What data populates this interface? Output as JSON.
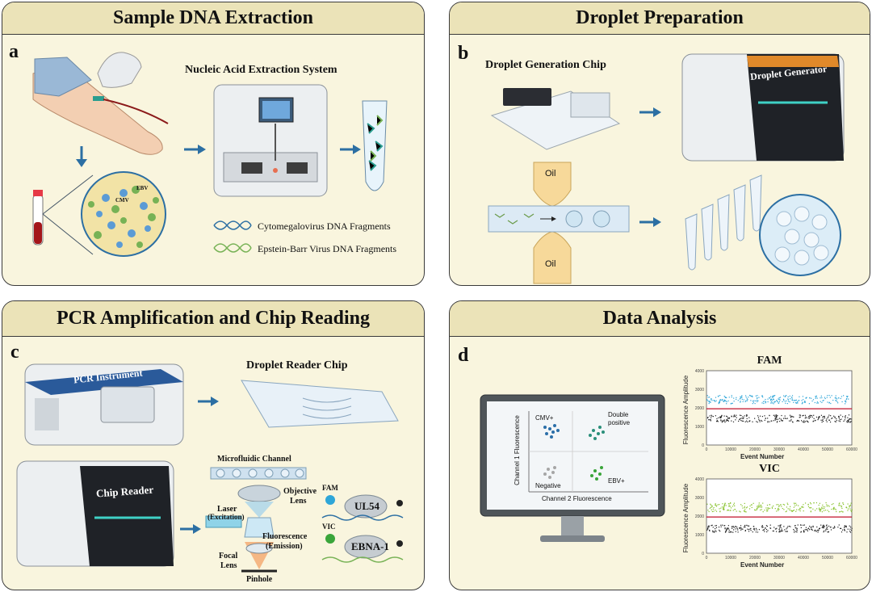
{
  "panels": {
    "a": {
      "title": "Sample DNA Extraction",
      "letter": "a",
      "extraction_system": "Nucleic Acid Extraction System",
      "cmv": "CMV",
      "ebv": "EBV",
      "legend_cmv": "Cytomegalovirus DNA Fragments",
      "legend_ebv": "Epstein-Barr Virus DNA Fragments"
    },
    "b": {
      "title": "Droplet Preparation",
      "letter": "b",
      "chip_label": "Droplet Generation Chip",
      "generator_label": "Droplet Generator",
      "oil_top": "Oil",
      "oil_bottom": "Oil"
    },
    "c": {
      "title": "PCR Amplification and Chip Reading",
      "letter": "c",
      "pcr_instrument": "PCR Instrument",
      "reader_chip": "Droplet Reader Chip",
      "chip_reader": "Chip Reader",
      "microfluidic_channel": "Microfluidic Channel",
      "objective_lens": [
        "Objective",
        "Lens"
      ],
      "laser": [
        "Laser",
        "(Excitation)"
      ],
      "fluorescence": [
        "Fluorescence",
        "(Emission)"
      ],
      "focal_lens": [
        "Focal",
        "Lens"
      ],
      "pinhole": "Pinhole",
      "fam": "FAM",
      "vic": "VIC",
      "ul54": "UL54",
      "ebna": "EBNA-1"
    },
    "d": {
      "title": "Data Analysis",
      "letter": "d",
      "cmv_pos": "CMV+",
      "double_pos": [
        "Double",
        "positive"
      ],
      "negative": "Negative",
      "ebv_pos": "EBV+",
      "y_axis": "Channel 1 Fluorescence",
      "x_axis": "Channel 2 Fluorescence"
    }
  },
  "chart_data": [
    {
      "type": "scatter",
      "title": "FAM",
      "xlabel": "Event Number",
      "ylabel": "Fluorescence Amplitude",
      "xlim": [
        0,
        60000
      ],
      "ylim": [
        0,
        4000
      ],
      "x_ticks": [
        "0",
        "10000",
        "20000",
        "30000",
        "40000",
        "50000",
        "60000"
      ],
      "y_ticks": [
        "0",
        "1000",
        "2000",
        "3000",
        "4000"
      ],
      "series": [
        {
          "name": "",
          "color": "#2ea6d8",
          "band": [
            2250,
            2700
          ]
        },
        {
          "name": "",
          "color": "#222222",
          "band": [
            1250,
            1650
          ]
        }
      ],
      "threshold": 1950,
      "threshold_color": "#c0102a"
    },
    {
      "type": "scatter",
      "title": "VIC",
      "xlabel": "Event Number",
      "ylabel": "Fluorescence Amplitude",
      "xlim": [
        0,
        60000
      ],
      "ylim": [
        0,
        4000
      ],
      "x_ticks": [
        "0",
        "10000",
        "20000",
        "30000",
        "40000",
        "50000",
        "60000"
      ],
      "y_ticks": [
        "0",
        "1000",
        "2000",
        "3000",
        "4000"
      ],
      "series": [
        {
          "name": "",
          "color": "#86c12a",
          "band": [
            2250,
            2750
          ]
        },
        {
          "name": "",
          "color": "#222222",
          "band": [
            1150,
            1550
          ]
        }
      ],
      "threshold": 1950,
      "threshold_color": "#c0102a"
    }
  ]
}
